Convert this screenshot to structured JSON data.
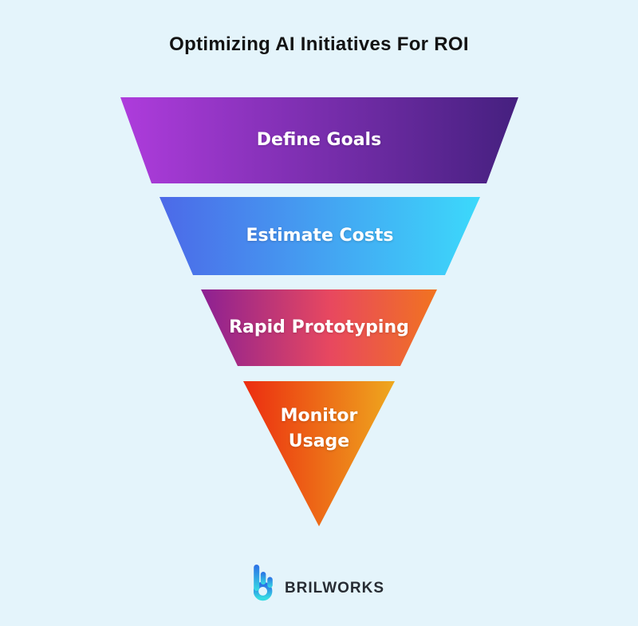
{
  "background_color": "#e4f4fb",
  "title": "Optimizing AI Initiatives For ROI",
  "funnel": {
    "type": "inverted-funnel",
    "stages": [
      {
        "label": "Define Goals",
        "gradient": {
          "start": "#ae3cdc",
          "end": "#45207f"
        }
      },
      {
        "label": "Estimate Costs",
        "gradient": {
          "start": "#4c69e8",
          "end": "#3cd9fb"
        }
      },
      {
        "label": "Rapid Prototyping",
        "gradient": {
          "start": "#8c2093",
          "mid": "#e8485f",
          "end": "#f17320"
        }
      },
      {
        "label": "Monitor Usage",
        "gradient": {
          "start": "#ec2c10",
          "end": "#eea81e"
        }
      }
    ]
  },
  "footer": {
    "brand": "BRILWORKS",
    "icon": "brilworks-hand-b-icon",
    "icon_gradient": {
      "start": "#2b6fe6",
      "end": "#36dbe3"
    }
  }
}
